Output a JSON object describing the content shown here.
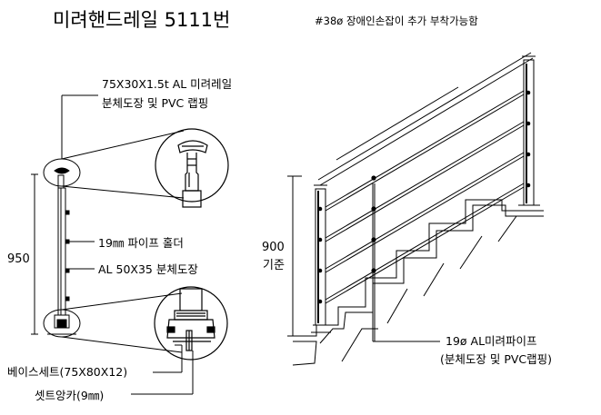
{
  "title": "미려핸드레일 5111번",
  "note": "#38ø 장애인손잡이 추가 부착가능함",
  "labels": {
    "rail_spec_line1": "75X30X1.5t AL  미려레일",
    "rail_spec_line2": "분체도장 및  PVC  랩핑",
    "pipe_holder": "19㎜ 파이프 홀더",
    "post_spec": "AL  50X35  분체도장",
    "base_set": "베이스세트(75X80X12)",
    "anchor": "셋트앙카(9㎜)",
    "pipe_spec_line1": "19ø  AL미려파이프",
    "pipe_spec_line2": "(분체도장 및 PVC랩핑)"
  },
  "dimensions": {
    "left_height": "950",
    "stair_height": "900",
    "stair_height_sub": "기준"
  }
}
